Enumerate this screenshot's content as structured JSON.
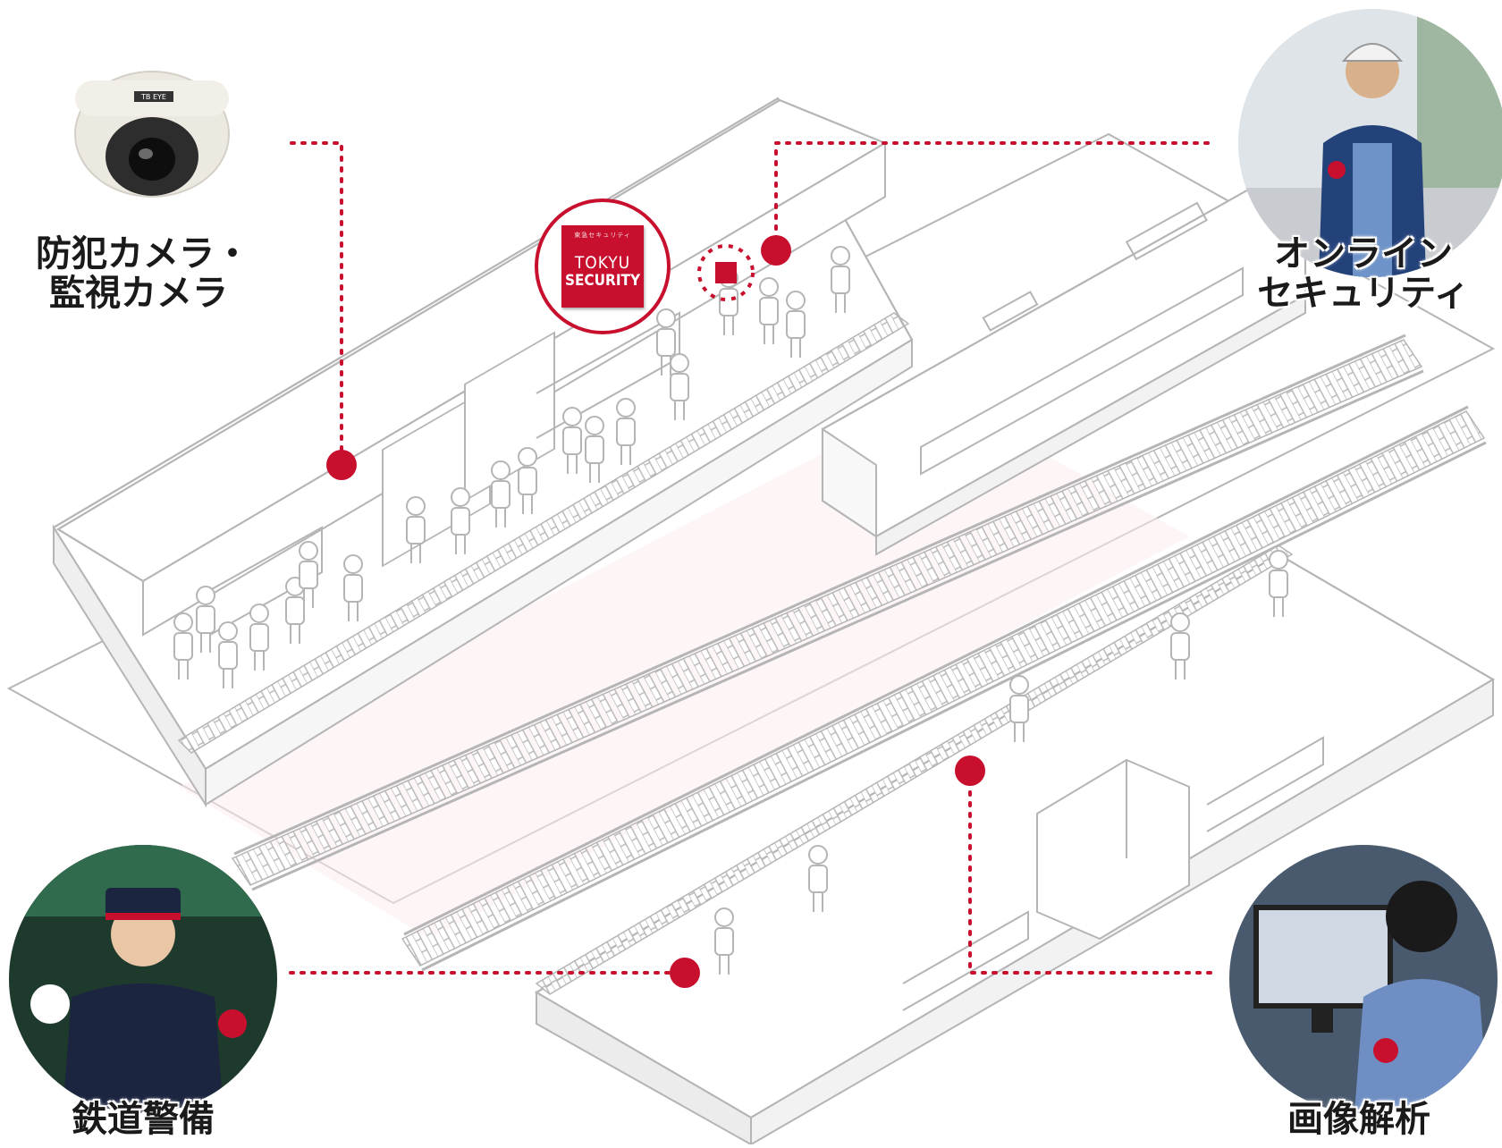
{
  "labels": {
    "camera": {
      "line1": "防犯カメラ・",
      "line2": "監視カメラ"
    },
    "online": {
      "line1": "オンライン",
      "line2": "セキュリティ"
    },
    "railway": {
      "line1": "鉄道警備"
    },
    "image_analysis": {
      "line1": "画像解析"
    }
  },
  "logo": {
    "small_text": "東急セキュリティ",
    "line1": "TOKYU",
    "line2": "SECURITY"
  },
  "camera_brand": "TB EYE",
  "colors": {
    "accent": "#c8102e",
    "line_art": "#b5b5b5",
    "text": "#1a1a1a",
    "track_glow": "#fdeeee"
  },
  "icons": {
    "connector": "red-dot-icon",
    "logo": "tokyu-security-logo"
  }
}
